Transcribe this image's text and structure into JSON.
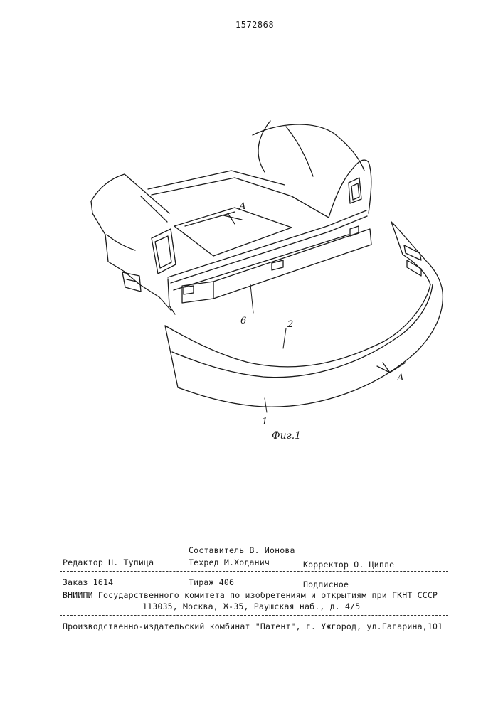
{
  "document": {
    "patent_number": "1572868"
  },
  "figure": {
    "caption": "Фиг.1",
    "labels": {
      "a_top": "А",
      "a_right": "А",
      "ref_1": "1",
      "ref_2": "2",
      "ref_6": "6"
    }
  },
  "imprint": {
    "compiler": "Составитель В. Ионова",
    "editor": "Редактор Н. Тупица",
    "techred": "Техред М.Ходанич",
    "corrector": "Корректор О. Ципле",
    "order": "Заказ 1614",
    "circulation": "Тираж 406",
    "subscription": "Подписное",
    "institution": "ВНИИПИ Государственного комитета по изобретениям и открытиям при ГКНТ СССР",
    "address": "113035, Москва, Ж-35, Раушская наб., д. 4/5",
    "publisher": "Производственно-издательский комбинат \"Патент\", г. Ужгород, ул.Гагарина,101"
  }
}
